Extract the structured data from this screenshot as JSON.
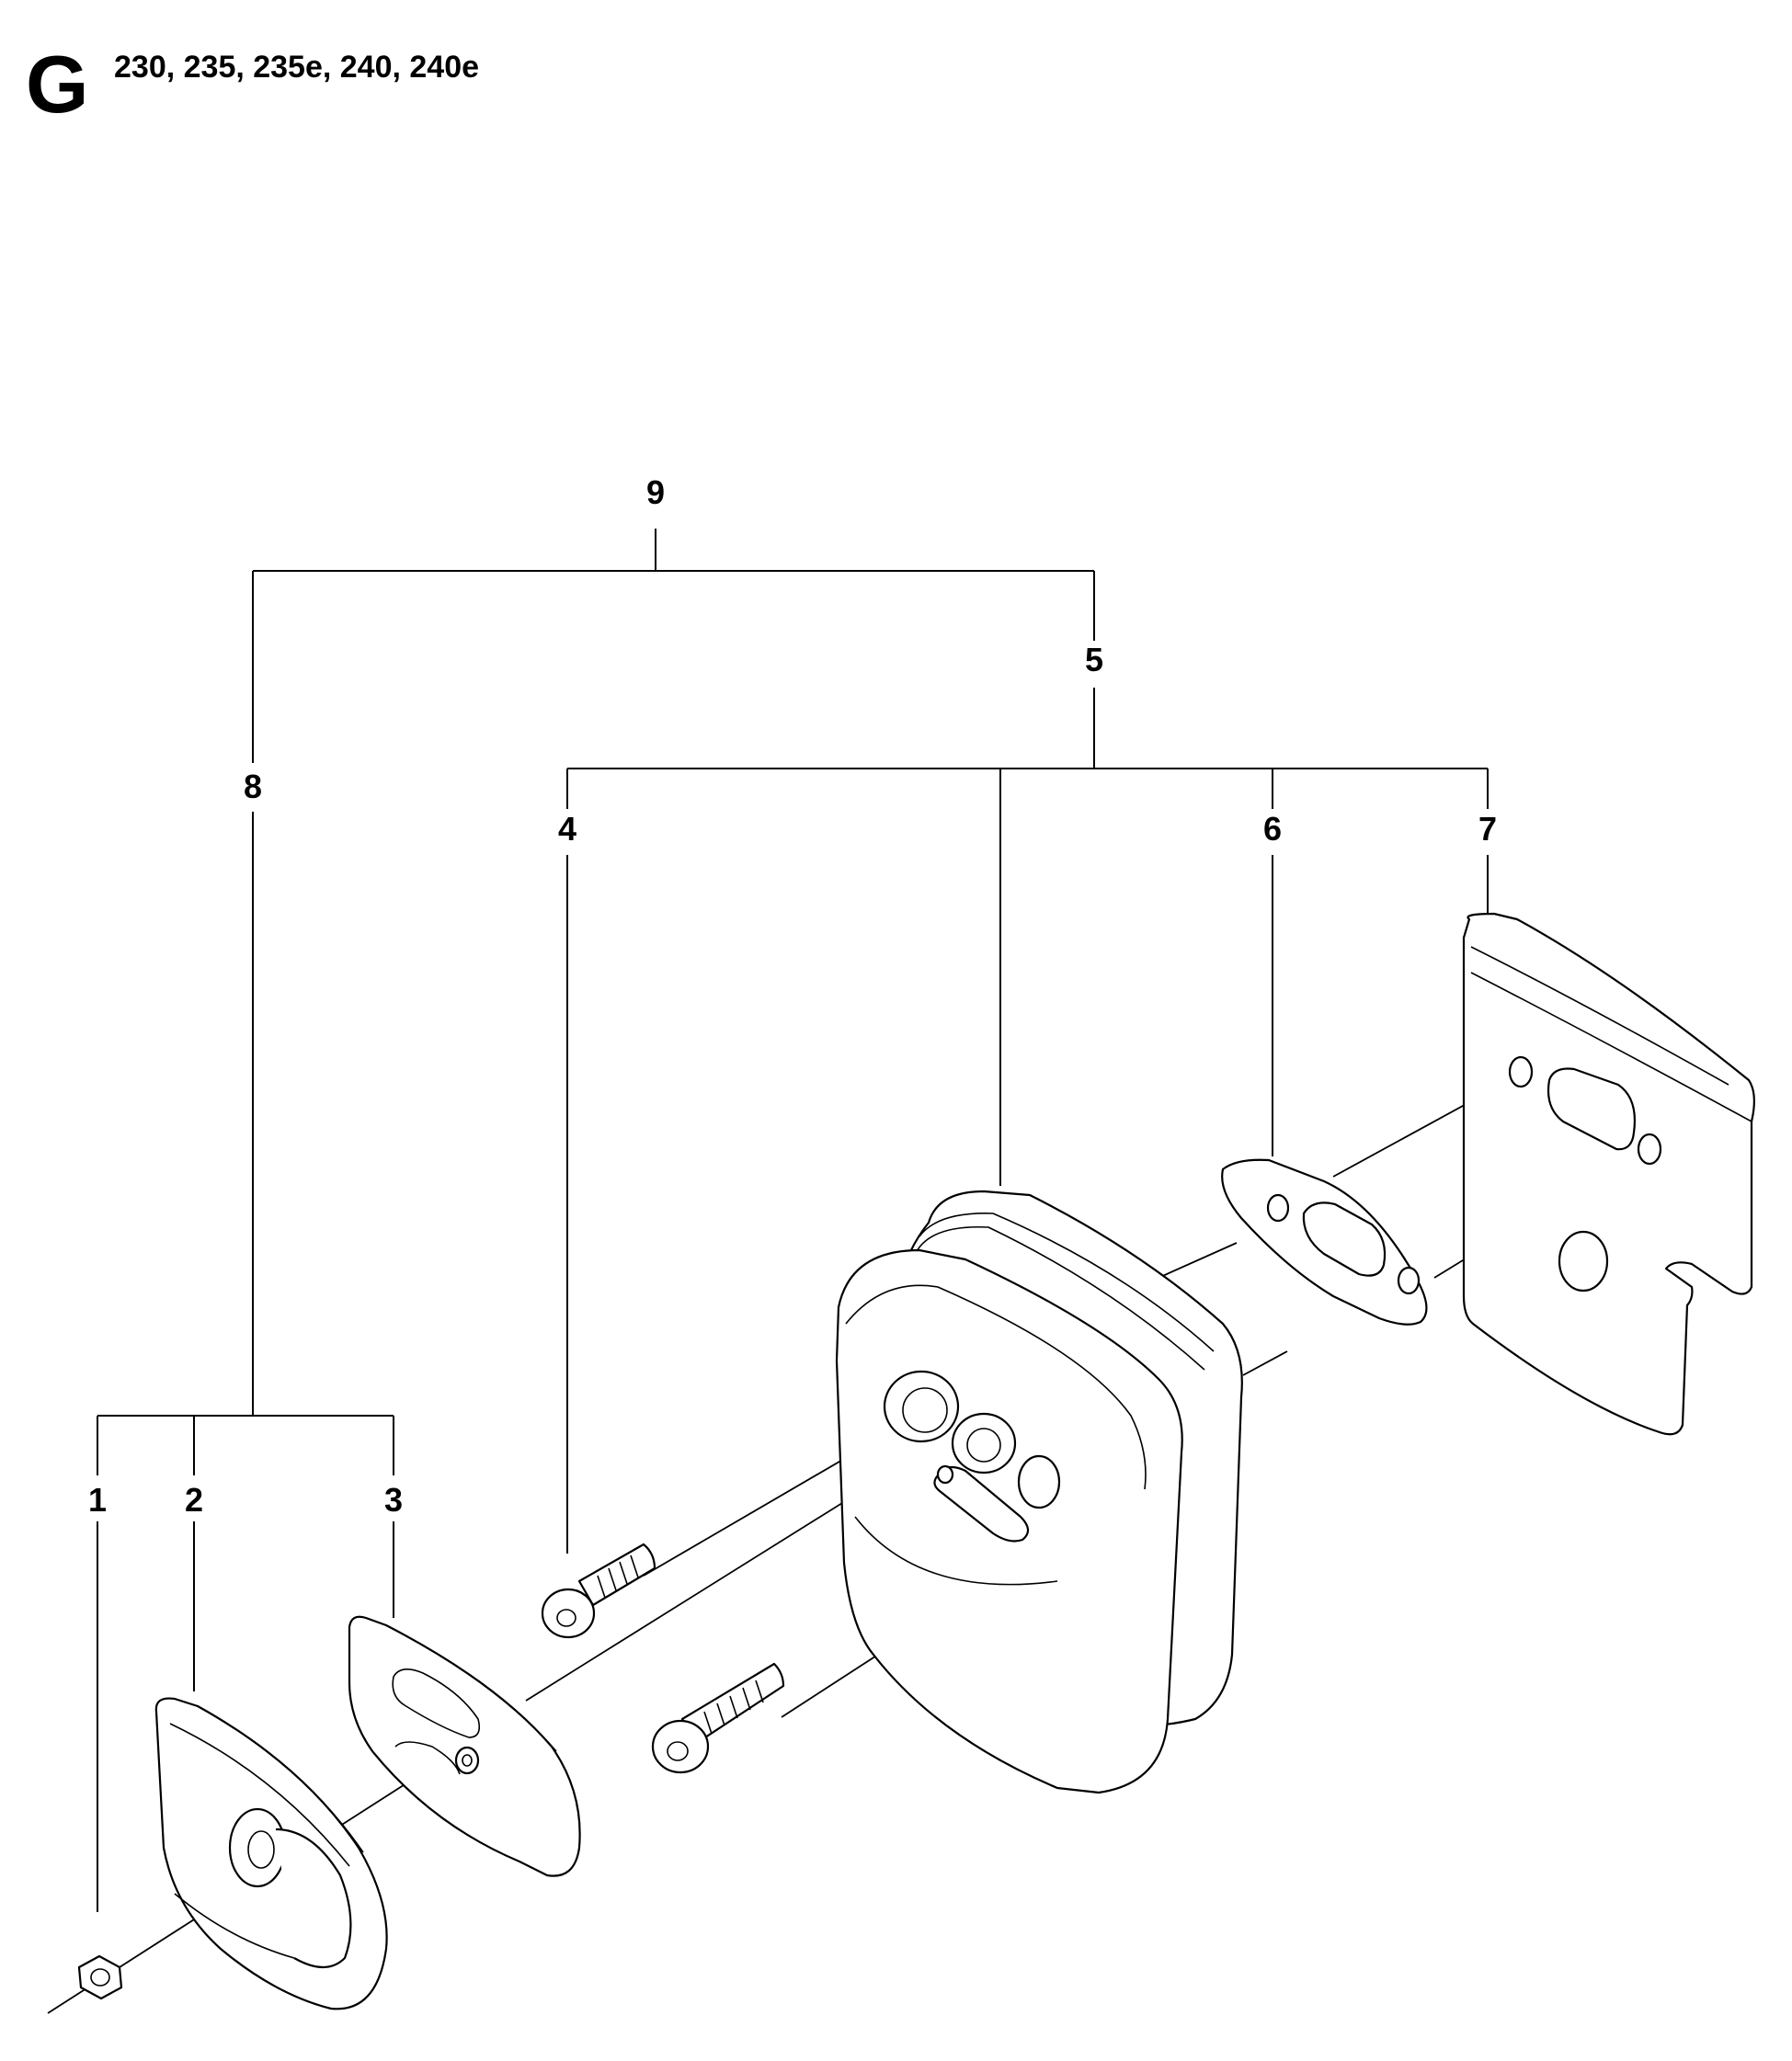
{
  "header": {
    "section_letter": "G",
    "models": "230, 235, 235e, 240, 240e"
  },
  "callouts": [
    {
      "id": "1",
      "label": "1"
    },
    {
      "id": "2",
      "label": "2"
    },
    {
      "id": "3",
      "label": "3"
    },
    {
      "id": "4",
      "label": "4"
    },
    {
      "id": "5",
      "label": "5"
    },
    {
      "id": "6",
      "label": "6"
    },
    {
      "id": "7",
      "label": "7"
    },
    {
      "id": "8",
      "label": "8"
    },
    {
      "id": "9",
      "label": "9"
    }
  ]
}
